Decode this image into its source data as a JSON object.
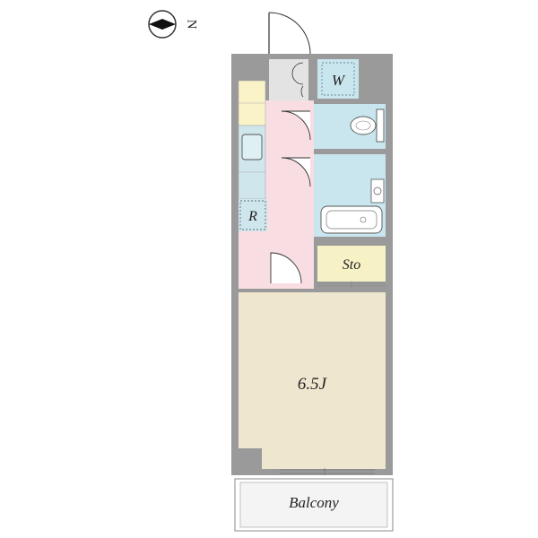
{
  "compass": {
    "label": "N"
  },
  "rooms": {
    "washer": {
      "label": "W"
    },
    "fridge": {
      "label": "R"
    },
    "storage": {
      "label": "Sto"
    },
    "main_room": {
      "label": "6.5J"
    },
    "balcony": {
      "label": "Balcony"
    }
  },
  "colors": {
    "wall": "#9a9a9a",
    "entry_floor": "#e3e3e3",
    "corridor": "#f8dde2",
    "wet_area": "#c9e6ee",
    "kitchen_counter": "#cfe6ec",
    "storage": "#f6f2c6",
    "main_room": "#efe6cf",
    "balcony": "#f4f4f4",
    "shelf": "#fbf3c8"
  }
}
